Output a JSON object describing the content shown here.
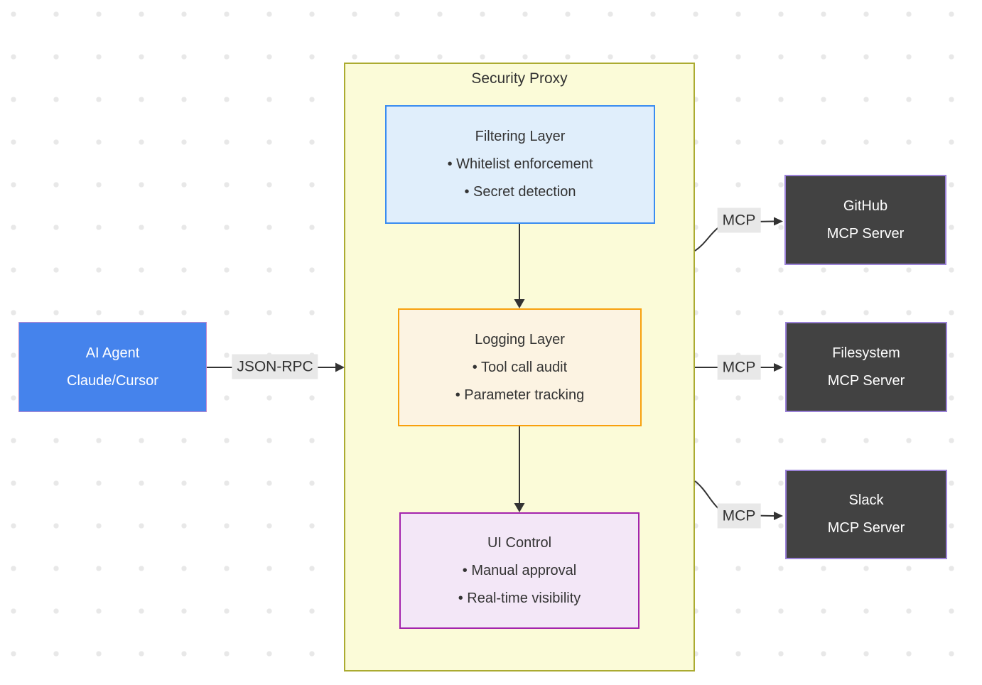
{
  "diagram": {
    "agent": {
      "line1": "AI Agent",
      "line2": "Claude/Cursor"
    },
    "proxy": {
      "title": "Security Proxy",
      "layers": [
        {
          "title": "Filtering Layer",
          "bullets": [
            "• Whitelist enforcement",
            "• Secret detection"
          ]
        },
        {
          "title": "Logging Layer",
          "bullets": [
            "• Tool call audit",
            "• Parameter tracking"
          ]
        },
        {
          "title": "UI Control",
          "bullets": [
            "• Manual approval",
            "• Real-time visibility"
          ]
        }
      ]
    },
    "servers": [
      {
        "line1": "GitHub",
        "line2": "MCP Server"
      },
      {
        "line1": "Filesystem",
        "line2": "MCP Server"
      },
      {
        "line1": "Slack",
        "line2": "MCP Server"
      }
    ],
    "edge_labels": {
      "agent_to_proxy": "JSON-RPC",
      "proxy_to_github": "MCP",
      "proxy_to_filesystem": "MCP",
      "proxy_to_slack": "MCP"
    },
    "colors": {
      "agent_fill": "#4583ec",
      "agent_border": "#c289ce",
      "proxy_fill": "#fbfbd8",
      "proxy_border": "#abab31",
      "filtering_fill": "#e0eefb",
      "filtering_border": "#3a8cf0",
      "logging_fill": "#fcf3e2",
      "logging_border": "#f8a00d",
      "ui_fill": "#f3e7f7",
      "ui_border": "#a324ad",
      "server_fill": "#424242",
      "server_border": "#9b82d8",
      "edge_stroke": "#333333",
      "edge_label_bg": "#e8e8e8",
      "background_dot": "#e8e8e8"
    }
  }
}
